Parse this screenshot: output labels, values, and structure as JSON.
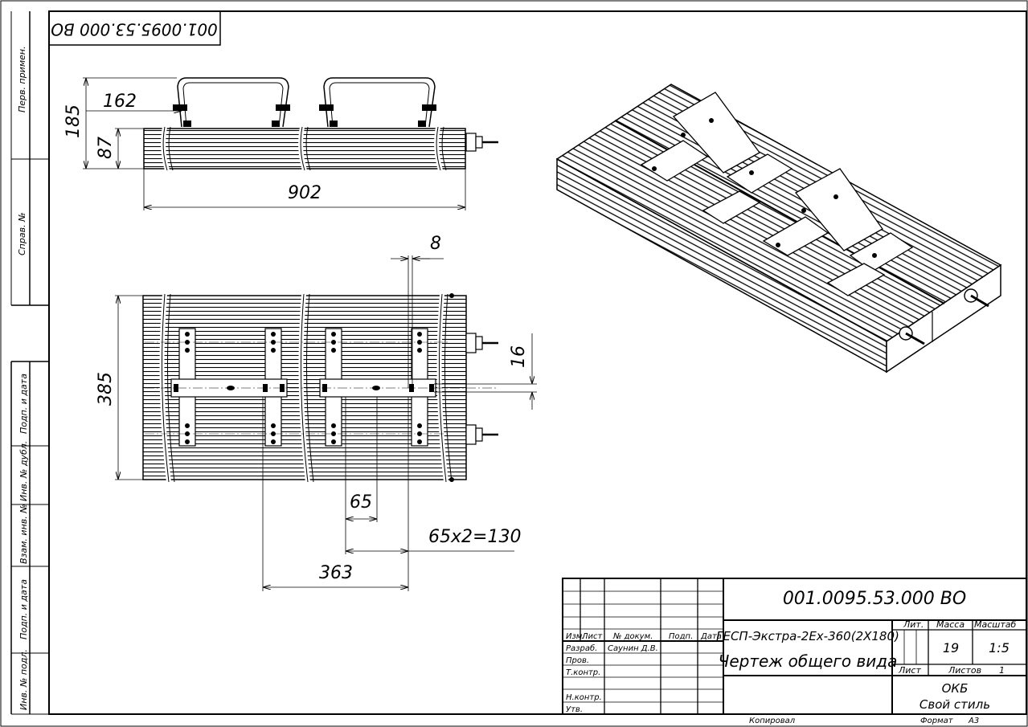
{
  "doc_code_rotated": "001.0095.53.000 ВО",
  "side_strip": {
    "perv_primen": "Перв. примен.",
    "sprav_no": "Справ. №",
    "podp_data_1": "Подп. и дата",
    "inv_dubl": "Инв. № дубл.",
    "vzam_inv": "Взам. инв. №",
    "podp_data_2": "Подп. и дата",
    "inv_podl": "Инв. № подл."
  },
  "dimensions": {
    "d162": "162",
    "d185": "185",
    "d87": "87",
    "d902": "902",
    "d8": "8",
    "d385": "385",
    "d16": "16",
    "d65": "65",
    "d65x2": "65х2=130",
    "d363": "363"
  },
  "title_block": {
    "designation": "001.0095.53.000 ВО",
    "name_line1": "ГЕСП-Экстра-2Ех-360(2Х180)",
    "name_line2": "Чертеж общего вида",
    "col_izm": "Изм.",
    "col_list": "Лист",
    "col_ndok": "№ докум.",
    "col_podp": "Подп.",
    "col_data": "Дата",
    "row_razrab": "Разраб.",
    "razrab_name": "Саунин Д.В.",
    "row_prov": "Пров.",
    "row_tkontr": "Т.контр.",
    "row_nkontr": "Н.контр.",
    "row_utv": "Утв.",
    "lit_label": "Лит.",
    "massa_label": "Масса",
    "masshtab_label": "Масштаб",
    "massa_value": "19",
    "masshtab_value": "1:5",
    "list_label": "Лист",
    "listov_label": "Листов",
    "listov_value": "1",
    "org_line1": "ОКБ",
    "org_line2": "Свой стиль"
  },
  "footer": {
    "kopiroval": "Копировал",
    "format_label": "Формат",
    "format_value": "А3"
  }
}
